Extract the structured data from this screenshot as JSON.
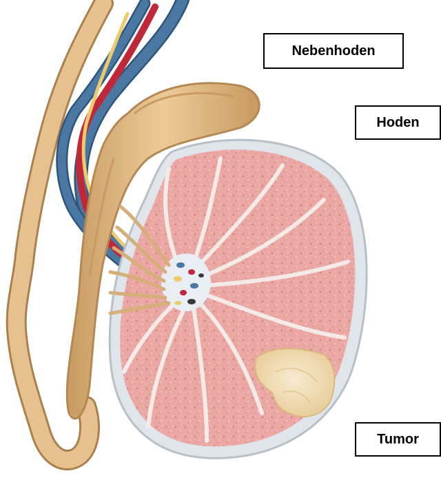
{
  "labels": {
    "epididymis": "Nebenhoden",
    "testis": "Hoden",
    "tumor": "Tumor"
  },
  "colors": {
    "vein": "#3f6a93",
    "artery": "#c0283a",
    "nerve": "#eccb6a",
    "duct": "#e4bf8c",
    "parenchyma": "#e9a5a0",
    "septa": "#f3e8e6",
    "capsule": "#e4e9ee",
    "tumor": "#f2deb3"
  }
}
